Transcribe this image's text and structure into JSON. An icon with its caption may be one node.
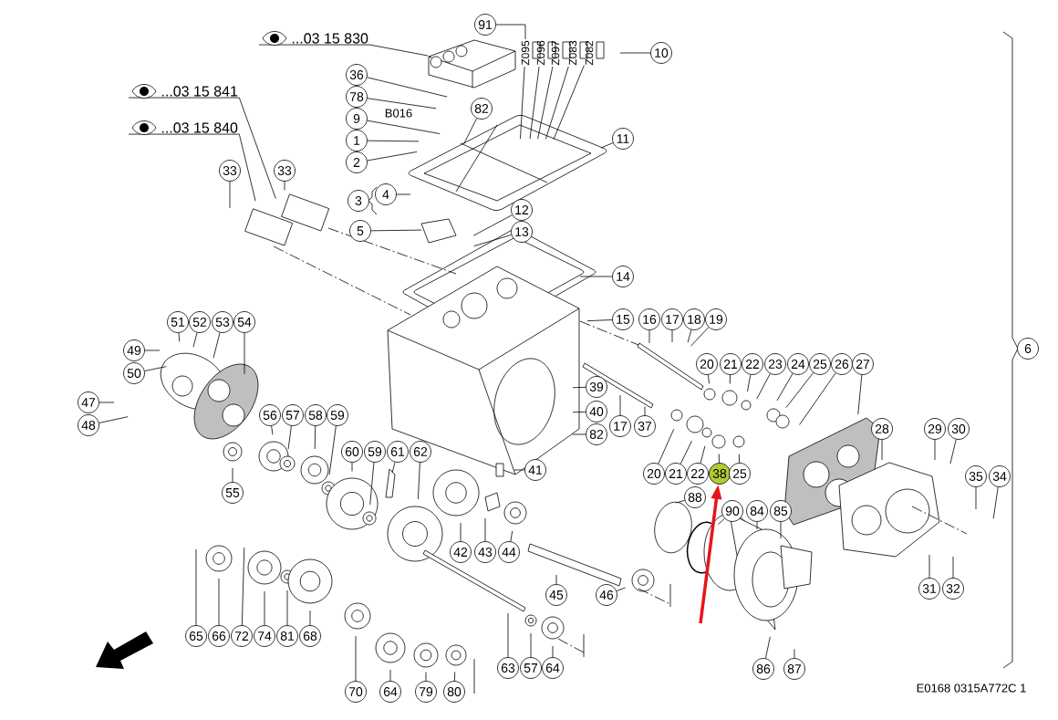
{
  "diagram": {
    "nodes": [
      {
        "text": [
          "...03 15 830"
        ]
      },
      {
        "text": [
          "91"
        ]
      },
      {
        "text": [
          "10"
        ]
      },
      {
        "text": [
          "36"
        ]
      },
      {
        "text": [
          "78"
        ]
      },
      {
        "text": [
          "...03 15 841"
        ]
      },
      {
        "text": [
          "82"
        ]
      },
      {
        "text": [
          "9"
        ]
      },
      {
        "text": [
          "11"
        ]
      },
      {
        "text": [
          "1"
        ]
      },
      {
        "text": [
          "...03 15 840"
        ]
      },
      {
        "text": [
          "2"
        ]
      },
      {
        "text": [
          "33"
        ]
      },
      {
        "text": [
          "33"
        ]
      },
      {
        "text": [
          "3"
        ]
      },
      {
        "text": [
          "4"
        ]
      },
      {
        "text": [
          "12"
        ]
      },
      {
        "text": [
          "5"
        ]
      },
      {
        "text": [
          "13"
        ]
      },
      {
        "text": [
          "14"
        ]
      },
      {
        "text": [
          "15"
        ]
      },
      {
        "text": [
          "16"
        ]
      },
      {
        "text": [
          "17"
        ]
      },
      {
        "text": [
          "18"
        ]
      },
      {
        "text": [
          "19"
        ]
      },
      {
        "text": [
          "6"
        ]
      },
      {
        "text": [
          "51"
        ]
      },
      {
        "text": [
          "52"
        ]
      },
      {
        "text": [
          "53"
        ]
      },
      {
        "text": [
          "54"
        ]
      },
      {
        "text": [
          "49"
        ]
      },
      {
        "text": [
          "20"
        ]
      },
      {
        "text": [
          "21"
        ]
      },
      {
        "text": [
          "22"
        ]
      },
      {
        "text": [
          "23"
        ]
      },
      {
        "text": [
          "24"
        ]
      },
      {
        "text": [
          "25"
        ]
      },
      {
        "text": [
          "26"
        ]
      },
      {
        "text": [
          "27"
        ]
      },
      {
        "text": [
          "50"
        ]
      },
      {
        "text": [
          "39"
        ]
      },
      {
        "text": [
          "47"
        ]
      },
      {
        "text": [
          "40"
        ]
      },
      {
        "text": [
          "56"
        ]
      },
      {
        "text": [
          "57"
        ]
      },
      {
        "text": [
          "58"
        ]
      },
      {
        "text": [
          "59"
        ]
      },
      {
        "text": [
          "17"
        ]
      },
      {
        "text": [
          "37"
        ]
      },
      {
        "text": [
          "48"
        ]
      },
      {
        "text": [
          "28"
        ]
      },
      {
        "text": [
          "29"
        ]
      },
      {
        "text": [
          "30"
        ]
      },
      {
        "text": [
          "82"
        ]
      },
      {
        "text": [
          "60"
        ]
      },
      {
        "text": [
          "59"
        ]
      },
      {
        "text": [
          "61"
        ]
      },
      {
        "text": [
          "62"
        ]
      },
      {
        "text": [
          "41"
        ]
      },
      {
        "text": [
          "20"
        ]
      },
      {
        "text": [
          "21"
        ]
      },
      {
        "text": [
          "22"
        ]
      },
      {
        "text": [
          "38"
        ]
      },
      {
        "text": [
          "25"
        ]
      },
      {
        "text": [
          "35"
        ]
      },
      {
        "text": [
          "34"
        ]
      },
      {
        "text": [
          "55"
        ]
      },
      {
        "text": [
          "88"
        ]
      },
      {
        "text": [
          "90"
        ]
      },
      {
        "text": [
          "84"
        ]
      },
      {
        "text": [
          "85"
        ]
      },
      {
        "text": [
          "42"
        ]
      },
      {
        "text": [
          "43"
        ]
      },
      {
        "text": [
          "44"
        ]
      },
      {
        "text": [
          "31"
        ]
      },
      {
        "text": [
          "32"
        ]
      },
      {
        "text": [
          "45"
        ]
      },
      {
        "text": [
          "46"
        ]
      },
      {
        "text": [
          "65"
        ]
      },
      {
        "text": [
          "66"
        ]
      },
      {
        "text": [
          "72"
        ]
      },
      {
        "text": [
          "74"
        ]
      },
      {
        "text": [
          "81"
        ]
      },
      {
        "text": [
          "68"
        ]
      },
      {
        "text": [
          "63"
        ]
      },
      {
        "text": [
          "57"
        ]
      },
      {
        "text": [
          "64"
        ]
      },
      {
        "text": [
          "86"
        ]
      },
      {
        "text": [
          "87"
        ]
      },
      {
        "text": [
          "70"
        ]
      },
      {
        "text": [
          "64"
        ]
      },
      {
        "text": [
          "79"
        ]
      },
      {
        "text": [
          "80"
        ]
      },
      {
        "text": [
          "Z095"
        ]
      },
      {
        "text": [
          "Z096"
        ]
      },
      {
        "text": [
          "Z097"
        ]
      },
      {
        "text": [
          "Z083"
        ]
      },
      {
        "text": [
          "Z082"
        ]
      },
      {
        "text": [],
        "shape": "picture"
      }
    ],
    "edges": [
      {
        "from": 0,
        "to": 98,
        "arrow": "none"
      },
      {
        "from": 1,
        "to": 93,
        "arrow": "none"
      },
      {
        "from": 2,
        "to": null,
        "arrow": "none"
      },
      {
        "from": 3,
        "to": null,
        "arrow": "none"
      },
      {
        "from": 4,
        "to": null,
        "arrow": "none"
      },
      {
        "from": 5,
        "to": null,
        "arrow": "none"
      },
      {
        "from": 6,
        "to": null,
        "arrow": "none"
      },
      {
        "from": 7,
        "to": null,
        "arrow": "none"
      },
      {
        "from": 8,
        "to": null,
        "arrow": "none"
      },
      {
        "from": 9,
        "to": null,
        "arrow": "none"
      },
      {
        "from": 10,
        "to": null,
        "arrow": "none"
      },
      {
        "from": 11,
        "to": null,
        "arrow": "none"
      },
      {
        "from": 12,
        "to": null,
        "arrow": "none"
      },
      {
        "from": 13,
        "to": null,
        "arrow": "none"
      },
      {
        "from": 15,
        "to": null,
        "arrow": "none"
      },
      {
        "from": 16,
        "to": null,
        "arrow": "none"
      },
      {
        "from": 17,
        "to": null,
        "arrow": "none"
      },
      {
        "from": 18,
        "to": null,
        "arrow": "none"
      },
      {
        "from": 19,
        "to": null,
        "arrow": "none"
      },
      {
        "from": 20,
        "to": null,
        "arrow": "none"
      },
      {
        "from": 21,
        "to": null,
        "arrow": "none"
      },
      {
        "from": 22,
        "to": null,
        "arrow": "none"
      },
      {
        "from": 23,
        "to": null,
        "arrow": "none"
      },
      {
        "from": 24,
        "to": null,
        "arrow": "none"
      },
      {
        "from": 26,
        "to": null,
        "arrow": "none"
      },
      {
        "from": 27,
        "to": null,
        "arrow": "none"
      },
      {
        "from": 28,
        "to": null,
        "arrow": "none"
      },
      {
        "from": 29,
        "to": null,
        "arrow": "none"
      },
      {
        "from": 30,
        "to": null,
        "arrow": "none"
      },
      {
        "from": 31,
        "to": null,
        "arrow": "none"
      },
      {
        "from": 32,
        "to": null,
        "arrow": "none"
      },
      {
        "from": 33,
        "to": null,
        "arrow": "none"
      },
      {
        "from": 34,
        "to": null,
        "arrow": "none"
      },
      {
        "from": 35,
        "to": null,
        "arrow": "none"
      },
      {
        "from": 36,
        "to": null,
        "arrow": "none"
      },
      {
        "from": 37,
        "to": null,
        "arrow": "none"
      },
      {
        "from": 38,
        "to": null,
        "arrow": "none"
      },
      {
        "from": 39,
        "to": null,
        "arrow": "none"
      },
      {
        "from": 40,
        "to": null,
        "arrow": "none"
      },
      {
        "from": 41,
        "to": null,
        "arrow": "none"
      },
      {
        "from": 42,
        "to": null,
        "arrow": "none"
      },
      {
        "from": 43,
        "to": null,
        "arrow": "none"
      },
      {
        "from": 44,
        "to": null,
        "arrow": "none"
      },
      {
        "from": 45,
        "to": null,
        "arrow": "none"
      },
      {
        "from": 46,
        "to": null,
        "arrow": "none"
      },
      {
        "from": 47,
        "to": null,
        "arrow": "none"
      },
      {
        "from": 48,
        "to": null,
        "arrow": "none"
      },
      {
        "from": 49,
        "to": null,
        "arrow": "none"
      },
      {
        "from": 50,
        "to": null,
        "arrow": "none"
      },
      {
        "from": 51,
        "to": null,
        "arrow": "none"
      },
      {
        "from": 52,
        "to": null,
        "arrow": "none"
      },
      {
        "from": 53,
        "to": null,
        "arrow": "none"
      },
      {
        "from": 54,
        "to": null,
        "arrow": "none"
      },
      {
        "from": 55,
        "to": null,
        "arrow": "none"
      },
      {
        "from": 56,
        "to": null,
        "arrow": "none"
      },
      {
        "from": 57,
        "to": null,
        "arrow": "none"
      },
      {
        "from": 58,
        "to": null,
        "arrow": "none"
      },
      {
        "from": 59,
        "to": null,
        "arrow": "none"
      },
      {
        "from": 60,
        "to": null,
        "arrow": "none"
      },
      {
        "from": 61,
        "to": null,
        "arrow": "none"
      },
      {
        "from": 62,
        "to": null,
        "arrow": "none"
      },
      {
        "from": 63,
        "to": null,
        "arrow": "none"
      },
      {
        "from": 64,
        "to": null,
        "arrow": "none"
      },
      {
        "from": 65,
        "to": null,
        "arrow": "none"
      },
      {
        "from": 66,
        "to": null,
        "arrow": "none"
      },
      {
        "from": 67,
        "to": null,
        "arrow": "none"
      },
      {
        "from": 68,
        "to": null,
        "arrow": "none"
      },
      {
        "from": 69,
        "to": null,
        "arrow": "none"
      },
      {
        "from": 70,
        "to": null,
        "arrow": "none"
      },
      {
        "from": 71,
        "to": null,
        "arrow": "none"
      },
      {
        "from": 72,
        "to": null,
        "arrow": "none"
      },
      {
        "from": 73,
        "to": null,
        "arrow": "none"
      },
      {
        "from": 74,
        "to": null,
        "arrow": "none"
      },
      {
        "from": 75,
        "to": null,
        "arrow": "none"
      },
      {
        "from": 76,
        "to": null,
        "arrow": "none"
      },
      {
        "from": 77,
        "to": null,
        "arrow": "none"
      },
      {
        "from": 78,
        "to": null,
        "arrow": "none"
      },
      {
        "from": 79,
        "to": null,
        "arrow": "none"
      },
      {
        "from": 80,
        "to": null,
        "arrow": "none"
      },
      {
        "from": 81,
        "to": null,
        "arrow": "none"
      },
      {
        "from": 82,
        "to": null,
        "arrow": "none"
      },
      {
        "from": 83,
        "to": null,
        "arrow": "none"
      },
      {
        "from": 84,
        "to": null,
        "arrow": "none"
      },
      {
        "from": 85,
        "to": null,
        "arrow": "none"
      },
      {
        "from": 86,
        "to": null,
        "arrow": "none"
      },
      {
        "from": 87,
        "to": null,
        "arrow": "none"
      },
      {
        "from": 88,
        "to": null,
        "arrow": "none"
      },
      {
        "from": 89,
        "to": null,
        "arrow": "none"
      },
      {
        "from": 90,
        "to": null,
        "arrow": "none"
      },
      {
        "from": 91,
        "to": null,
        "arrow": "none"
      },
      {
        "from": 92,
        "to": null,
        "arrow": "none"
      },
      {
        "from": 93,
        "to": null,
        "arrow": "none"
      },
      {
        "from": 94,
        "to": null,
        "arrow": "none"
      },
      {
        "from": 95,
        "to": null,
        "arrow": "none"
      },
      {
        "from": 96,
        "to": null,
        "arrow": "none"
      },
      {
        "from": 97,
        "to": null,
        "arrow": "none"
      },
      {
        "from": null,
        "to": 62,
        "arrow": "to",
        "style": "thick",
        "color": "#e8141a"
      }
    ],
    "labels": [
      "B016",
      "E0168 0315A772C 1"
    ]
  }
}
